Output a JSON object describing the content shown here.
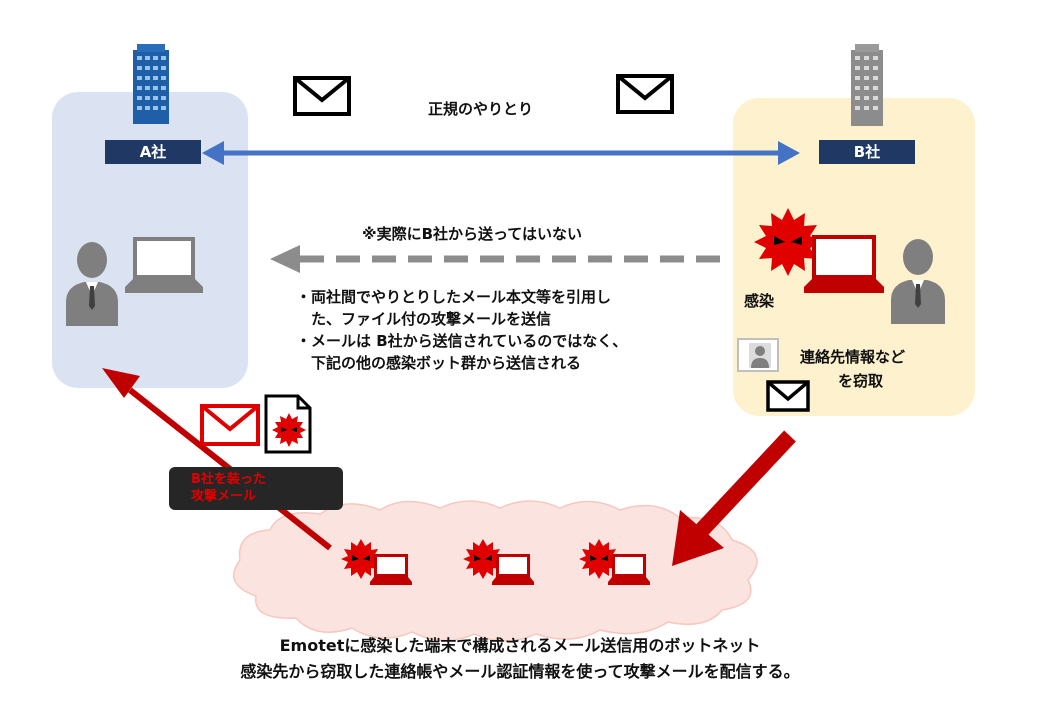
{
  "company_a": {
    "label": "A社"
  },
  "company_b": {
    "label": "B社"
  },
  "legit_exchange": "正規のやりとり",
  "not_sent_note": "※実際にB社から送ってはいない",
  "bullets": [
    "・両社間でやりとりしたメール本文等を引用し",
    "　た、ファイル付の攻撃メールを送信",
    "・メールは B社から送信されているのではなく、",
    "　下記の他の感染ボット群から送信される"
  ],
  "infected_label": "感染",
  "steal_label": [
    "連絡先情報など",
    "を窃取"
  ],
  "attack_mail_label": [
    "B社を装った",
    "攻撃メール"
  ],
  "caption": [
    "Emotetに感染した端末で構成されるメール送信用のボットネット",
    "感染先から窃取した連絡帳やメール認証情報を使って攻撃メールを配信する。"
  ],
  "colors": {
    "company_a_panel": "#dbe3f3",
    "company_b_panel": "#fdf1ce",
    "arrow_blue": "#4472c4",
    "arrow_red": "#c00000",
    "botnet_cloud": "#fbe4df"
  },
  "icons": [
    "building-icon",
    "envelope-icon",
    "person-icon",
    "laptop-icon",
    "virus-icon",
    "contact-card-icon",
    "document-icon"
  ]
}
